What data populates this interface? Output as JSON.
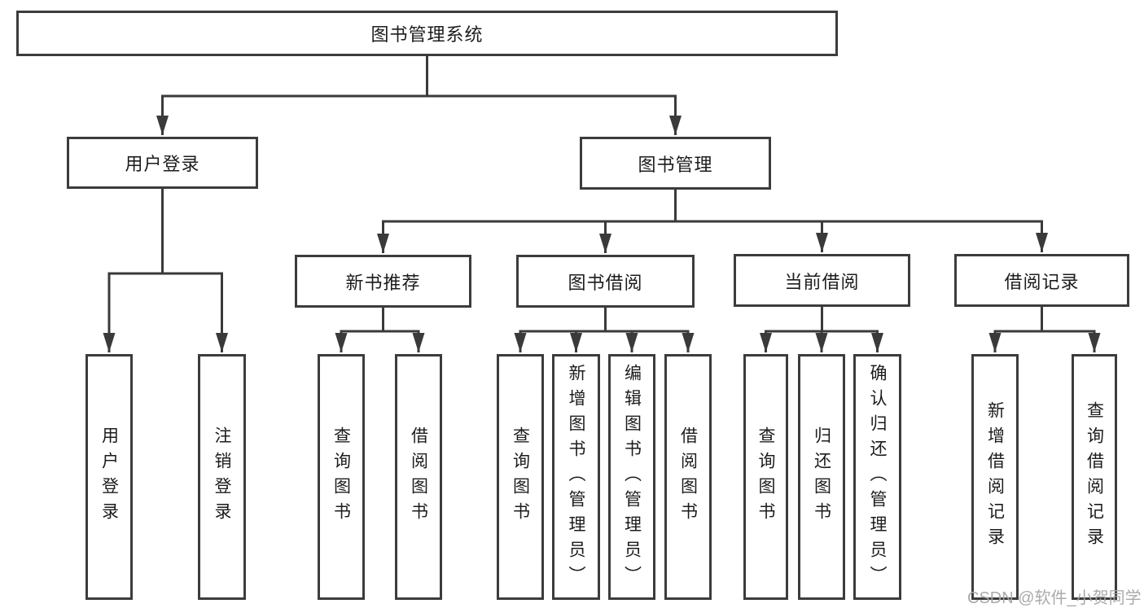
{
  "diagram": {
    "colors": {
      "line": "#3a3a3a",
      "box_border": "#3c3c3c",
      "text": "#1c1c1c",
      "background": "#ffffff",
      "watermark": "#a5a5a5"
    },
    "tree": {
      "root": {
        "label": "图书管理系统",
        "children": [
          {
            "label": "用户登录",
            "children": [
              {
                "label": "用户登录"
              },
              {
                "label": "注销登录"
              }
            ]
          },
          {
            "label": "图书管理",
            "children": [
              {
                "label": "新书推荐",
                "children": [
                  {
                    "label": "查询图书"
                  },
                  {
                    "label": "借阅图书"
                  }
                ]
              },
              {
                "label": "图书借阅",
                "children": [
                  {
                    "label": "查询图书"
                  },
                  {
                    "label": "新增图书（管理员）"
                  },
                  {
                    "label": "编辑图书（管理员）"
                  },
                  {
                    "label": "借阅图书"
                  }
                ]
              },
              {
                "label": "当前借阅",
                "children": [
                  {
                    "label": "查询图书"
                  },
                  {
                    "label": "归还图书"
                  },
                  {
                    "label": "确认归还（管理员）"
                  }
                ]
              },
              {
                "label": "借阅记录",
                "children": [
                  {
                    "label": "新增借阅记录"
                  },
                  {
                    "label": "查询借阅记录"
                  }
                ]
              }
            ]
          }
        ]
      }
    },
    "watermark": {
      "text": "CSDN @软件_小贺同学"
    }
  }
}
